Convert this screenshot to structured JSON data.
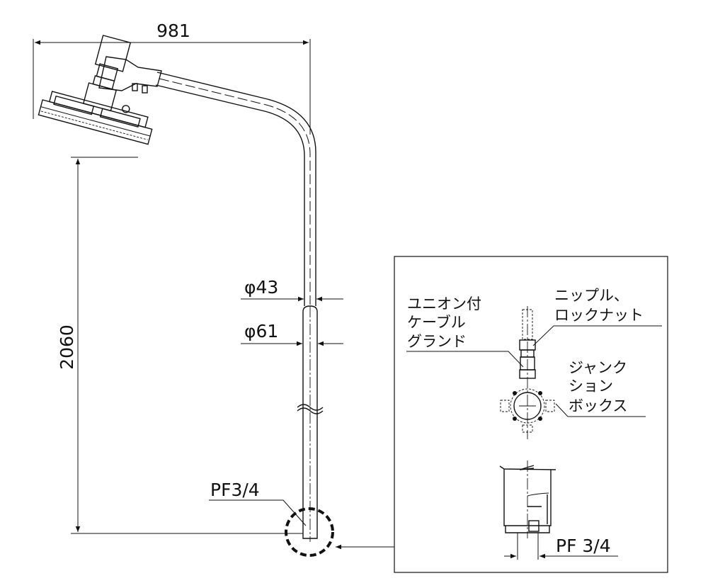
{
  "drawing": {
    "width_dim": "981",
    "height_dim": "2060",
    "inner_dia": "φ43",
    "outer_dia": "φ61",
    "thread_main": "PF3/4",
    "detail": {
      "cable_gland": [
        "ユニオン付",
        "ケーブル",
        "グランド"
      ],
      "nipple": [
        "ニップル、",
        "ロックナット"
      ],
      "junction_box": [
        "ジャンク",
        "ション",
        "ボックス"
      ],
      "thread": "PF 3/4"
    }
  }
}
